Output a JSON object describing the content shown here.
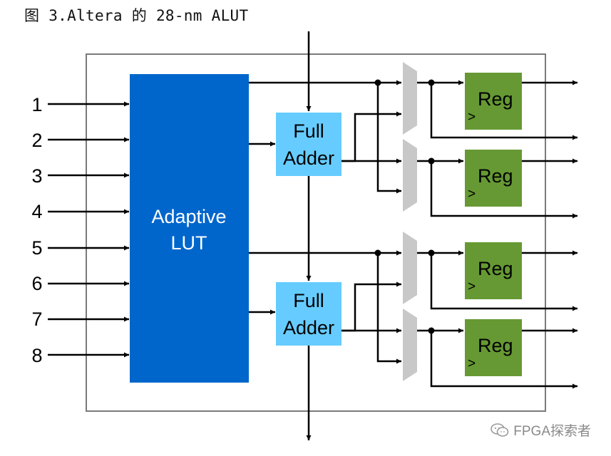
{
  "title": "图 3.Altera 的 28-nm ALUT",
  "inputs": [
    "1",
    "2",
    "3",
    "4",
    "5",
    "6",
    "7",
    "8"
  ],
  "lut": {
    "line1": "Adaptive",
    "line2": "LUT"
  },
  "adder": {
    "line1": "Full",
    "line2": "Adder"
  },
  "reg": {
    "label": "Reg",
    "clock_mark": ">"
  },
  "watermark": "FPGA探索者",
  "colors": {
    "lut": "#0066cc",
    "adder": "#66ccff",
    "reg": "#669933",
    "mux": "#c8c8c8",
    "frame": "#7a7a7a",
    "wire": "#000000"
  }
}
